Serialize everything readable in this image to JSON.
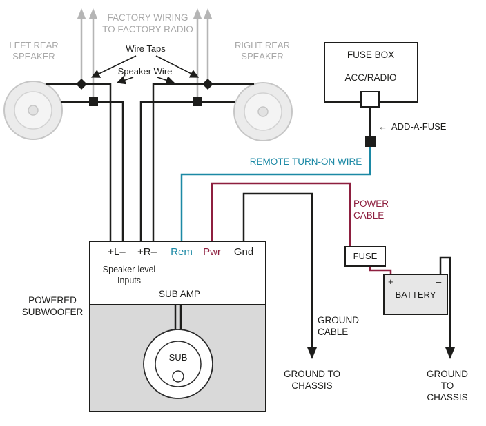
{
  "colors": {
    "wire_black": "#1d1d1b",
    "factory_gray": "#b5b5b5",
    "label_gray": "#a8a8a8",
    "remote_teal": "#1c89a5",
    "power_maroon": "#8e1f3f",
    "amp_lower_fill": "#d9d9d9"
  },
  "speakers": {
    "left_label": "LEFT REAR\nSPEAKER",
    "right_label": "RIGHT REAR\nSPEAKER"
  },
  "factory": {
    "wiring_label": "FACTORY WIRING\nTO FACTORY RADIO",
    "wire_taps_label": "Wire Taps",
    "speaker_wire_label": "Speaker Wire"
  },
  "fuse_box": {
    "title": "FUSE BOX",
    "slot": "ACC/RADIO",
    "add_a_fuse_arrow": "←",
    "add_a_fuse_label": "ADD-A-FUSE"
  },
  "remote": {
    "label": "REMOTE TURN-ON WIRE"
  },
  "power": {
    "cable_label": "POWER\nCABLE",
    "fuse_label": "FUSE",
    "battery_label": "BATTERY",
    "plus": "+",
    "minus": "–"
  },
  "amp": {
    "terminals": [
      {
        "label": "+L–",
        "color": "#1d1d1b"
      },
      {
        "label": "+R–",
        "color": "#1d1d1b"
      },
      {
        "label": "Rem",
        "color": "#1c89a5"
      },
      {
        "label": "Pwr",
        "color": "#8e1f3f"
      },
      {
        "label": "Gnd",
        "color": "#1d1d1b"
      }
    ],
    "inputs_label": "Speaker-level\nInputs",
    "name": "SUB AMP",
    "outer_label": "POWERED\nSUBWOOFER",
    "sub_label": "SUB"
  },
  "ground": {
    "cable_label": "GROUND\nCABLE",
    "chassis_left": "GROUND TO\nCHASSIS",
    "chassis_right": "GROUND TO\nCHASSIS"
  }
}
